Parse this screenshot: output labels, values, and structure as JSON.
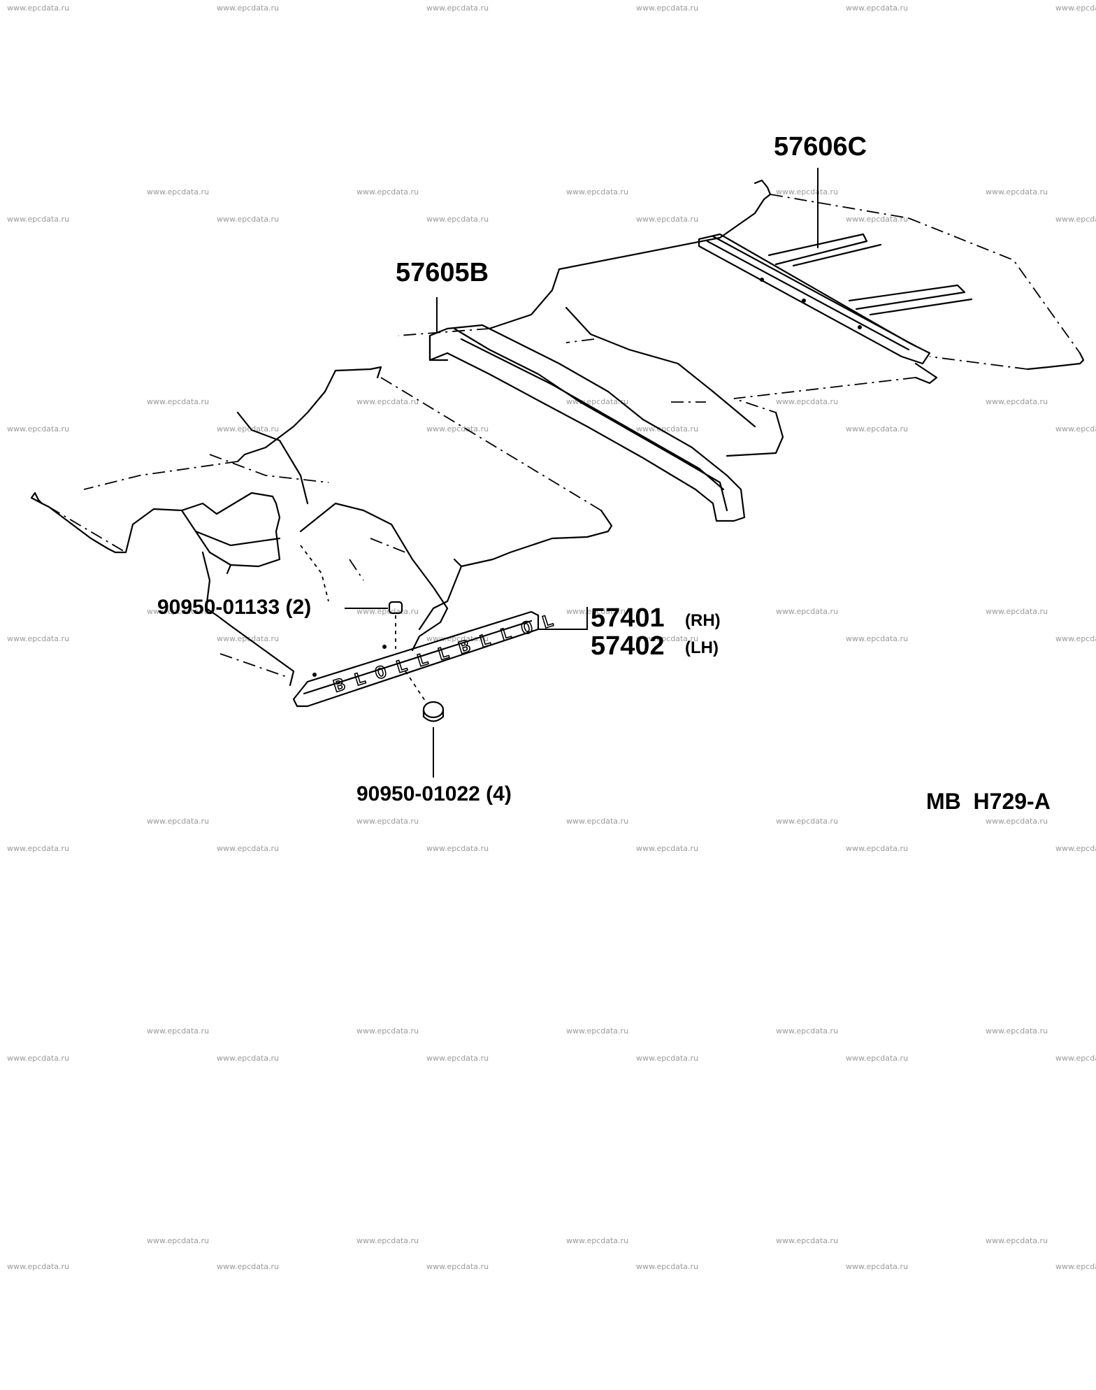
{
  "diagram": {
    "callouts": [
      {
        "id": "57606c",
        "part": "57606C",
        "suffix": ""
      },
      {
        "id": "57605b",
        "part": "57605B",
        "suffix": ""
      },
      {
        "id": "90950-01133",
        "part": "90950-01133 (2)",
        "suffix": ""
      },
      {
        "id": "57401",
        "part": "57401",
        "suffix": "(RH)"
      },
      {
        "id": "57402",
        "part": "57402",
        "suffix": "(LH)"
      },
      {
        "id": "90950-01022",
        "part": "90950-01022 (4)",
        "suffix": ""
      }
    ],
    "figure_code": "MB  H729-A",
    "watermark_text": "www.epcdata.ru"
  }
}
